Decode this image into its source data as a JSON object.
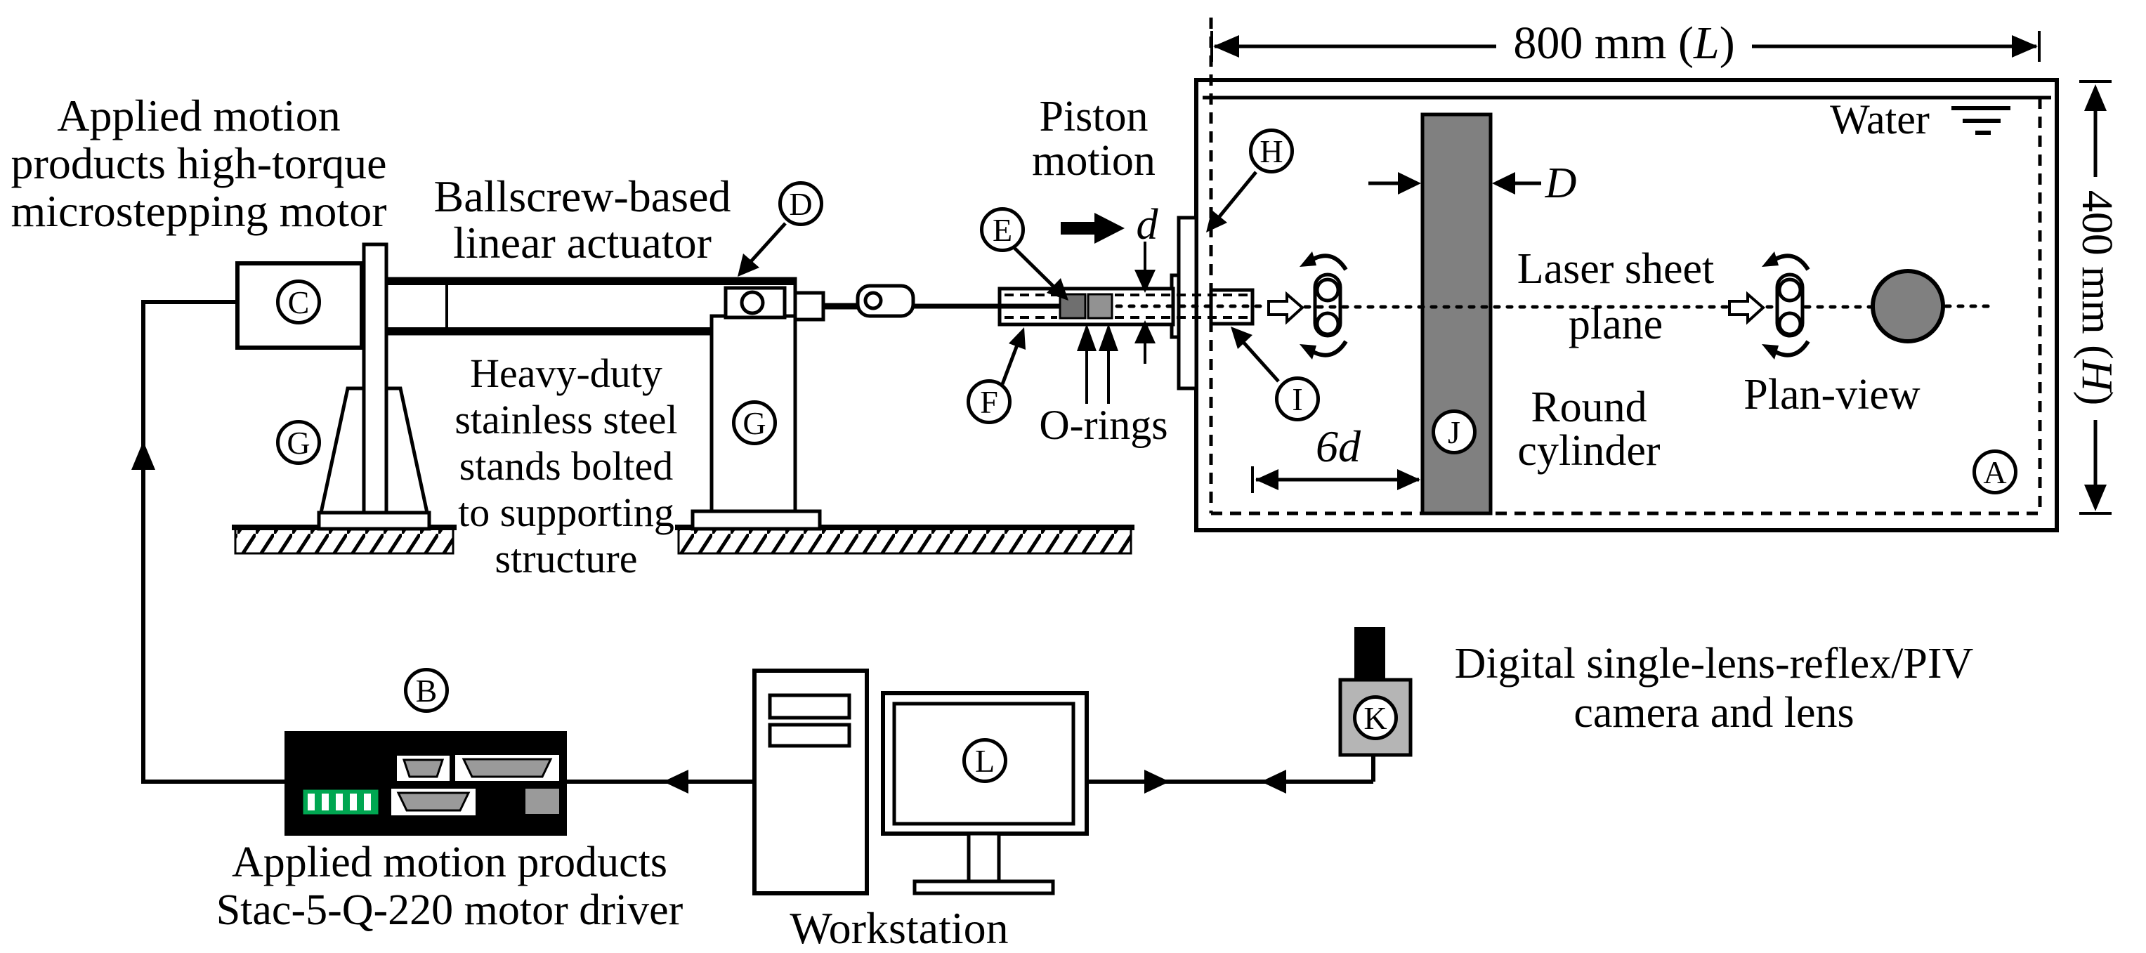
{
  "diagram": {
    "type": "experimental-apparatus-schematic",
    "labels": {
      "motor_title": {
        "lines": [
          "Applied motion",
          "products high-torque",
          "microstepping motor"
        ]
      },
      "actuator_title": {
        "lines": [
          "Ballscrew-based",
          "linear actuator"
        ]
      },
      "stands_title": {
        "lines": [
          "Heavy-duty",
          "stainless steel",
          "stands bolted",
          "to supporting",
          "structure"
        ]
      },
      "piston_motion": {
        "lines": [
          "Piston",
          "motion"
        ]
      },
      "orings": {
        "text": "O-rings"
      },
      "bore_dim": {
        "text": "d"
      },
      "length_dim": {
        "prefix": "800 mm (",
        "symbol": "L",
        "suffix": ")"
      },
      "water": {
        "text": "Water"
      },
      "height_dim": {
        "prefix": "400 mm (",
        "symbol": "H",
        "suffix": ")"
      },
      "laser": {
        "lines": [
          "Laser sheet",
          "plane"
        ]
      },
      "round_cyl": {
        "lines": [
          "Round",
          "cylinder"
        ]
      },
      "plan_view": {
        "text": "Plan-view"
      },
      "gap_dim": {
        "text": "6d"
      },
      "diameter_dim": {
        "text": "D"
      },
      "driver_title": {
        "lines": [
          "Applied motion products",
          "Stac-5-Q-220 motor driver"
        ]
      },
      "workstation": {
        "text": "Workstation"
      },
      "camera_title": {
        "lines": [
          "Digital single-lens-reflex/PIV",
          "camera and lens"
        ]
      }
    },
    "circles": [
      {
        "letter": "A"
      },
      {
        "letter": "B"
      },
      {
        "letter": "C"
      },
      {
        "letter": "D"
      },
      {
        "letter": "E"
      },
      {
        "letter": "F"
      },
      {
        "letter": "G"
      },
      {
        "letter": "G"
      },
      {
        "letter": "H"
      },
      {
        "letter": "I"
      },
      {
        "letter": "J"
      },
      {
        "letter": "K"
      },
      {
        "letter": "L"
      }
    ],
    "colors": {
      "ink": "#000000",
      "background": "#ffffff",
      "round_cylinder_gray": "#808080",
      "plan_circle_gray": "#808080",
      "piston_seal_dark": "#6f6f6f",
      "piston_seal_light": "#929292",
      "camera_body_gray": "#b5b5b5",
      "connector_gray": "#9a9a9a",
      "terminal_green": "#00a651",
      "driver_black": "#000000"
    }
  }
}
